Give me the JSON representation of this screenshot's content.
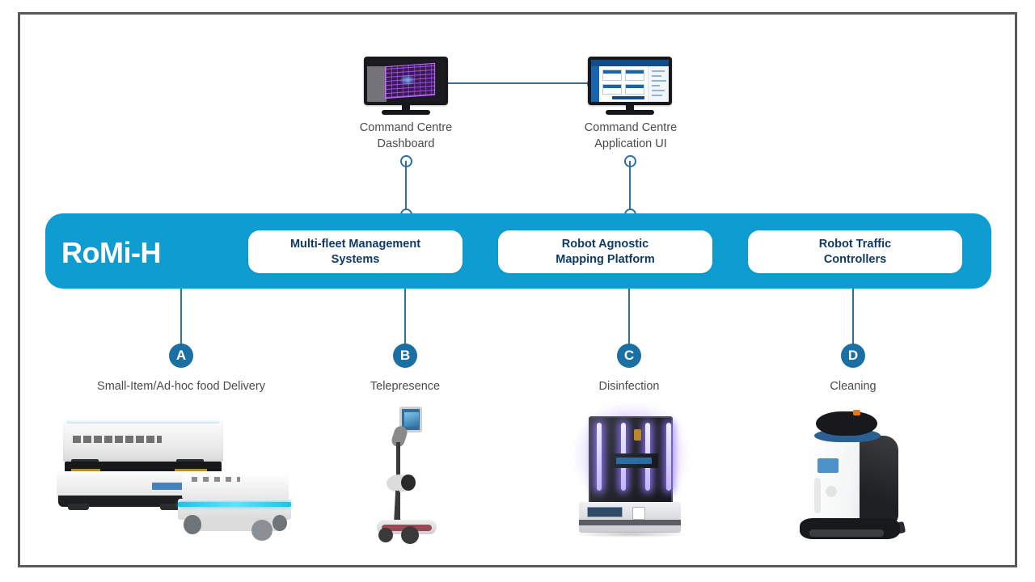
{
  "diagram": {
    "brand": "RoMi-H",
    "top_nodes": [
      {
        "id": "dashboard",
        "caption": "Command Centre\nDashboard",
        "screen": "dashboard-screen"
      },
      {
        "id": "application-ui",
        "caption": "Command Centre\nApplication UI",
        "screen": "application-ui-screen"
      }
    ],
    "platform_pills": [
      {
        "id": "multi-fleet-management-systems",
        "label": "Multi-fleet Management\nSystems"
      },
      {
        "id": "robot-agnostic-mapping-platform",
        "label": "Robot Agnostic\nMapping Platform"
      },
      {
        "id": "robot-traffic-controllers",
        "label": "Robot Traffic\nControllers"
      }
    ],
    "branches": [
      {
        "badge": "A",
        "caption": "Small-Item/Ad-hoc food Delivery",
        "robot": "delivery-robots"
      },
      {
        "badge": "B",
        "caption": "Telepresence",
        "robot": "telepresence-robot"
      },
      {
        "badge": "C",
        "caption": "Disinfection",
        "robot": "uv-disinfection-robot"
      },
      {
        "badge": "D",
        "caption": "Cleaning",
        "robot": "floor-cleaning-robot"
      }
    ],
    "colors": {
      "bar_blue": "#0f9cd0",
      "badge_blue": "#1a6fa3",
      "connector_blue": "#2e6f9e",
      "pill_text": "#0f3a66",
      "caption_gray": "#4a4a4a",
      "frame_gray": "#5a5a5a",
      "uv_glow_purple": "#966eff"
    }
  }
}
